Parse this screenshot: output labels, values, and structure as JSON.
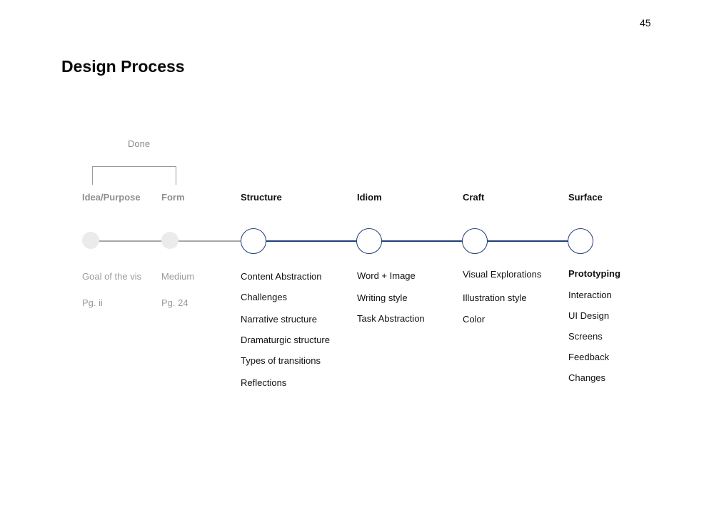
{
  "page_number": "45",
  "title": "Design Process",
  "done_label": "Done",
  "stages": [
    {
      "label": "Idea/Purpose",
      "status": "done",
      "items": [
        {
          "text": "Goal of the vis"
        },
        {
          "text": "Pg. ii"
        }
      ]
    },
    {
      "label": "Form",
      "status": "done",
      "items": [
        {
          "text": "Medium"
        },
        {
          "text": "Pg. 24"
        }
      ]
    },
    {
      "label": "Structure",
      "status": "active",
      "items": [
        {
          "text": "Content Abstraction"
        },
        {
          "text": "Challenges"
        },
        {
          "text": "Narrative structure"
        },
        {
          "text": "Dramaturgic structure"
        },
        {
          "text": "Types of transitions"
        },
        {
          "text": "Reflections"
        }
      ]
    },
    {
      "label": "Idiom",
      "status": "active",
      "items": [
        {
          "text": "Word + Image"
        },
        {
          "text": "Writing style"
        },
        {
          "text": "Task Abstraction"
        }
      ]
    },
    {
      "label": "Craft",
      "status": "active",
      "items": [
        {
          "text": "Visual Explorations"
        },
        {
          "text": "Illustration style"
        },
        {
          "text": "Color"
        }
      ]
    },
    {
      "label": "Surface",
      "status": "active",
      "items": [
        {
          "text": "Prototyping",
          "bold": true
        },
        {
          "text": "Interaction"
        },
        {
          "text": "UI Design"
        },
        {
          "text": "Screens"
        },
        {
          "text": "Feedback"
        },
        {
          "text": "Changes"
        }
      ]
    }
  ],
  "colors": {
    "accent": "#1f3f78",
    "done_gray": "#9a9a9a",
    "node_gray": "#ebebeb"
  }
}
